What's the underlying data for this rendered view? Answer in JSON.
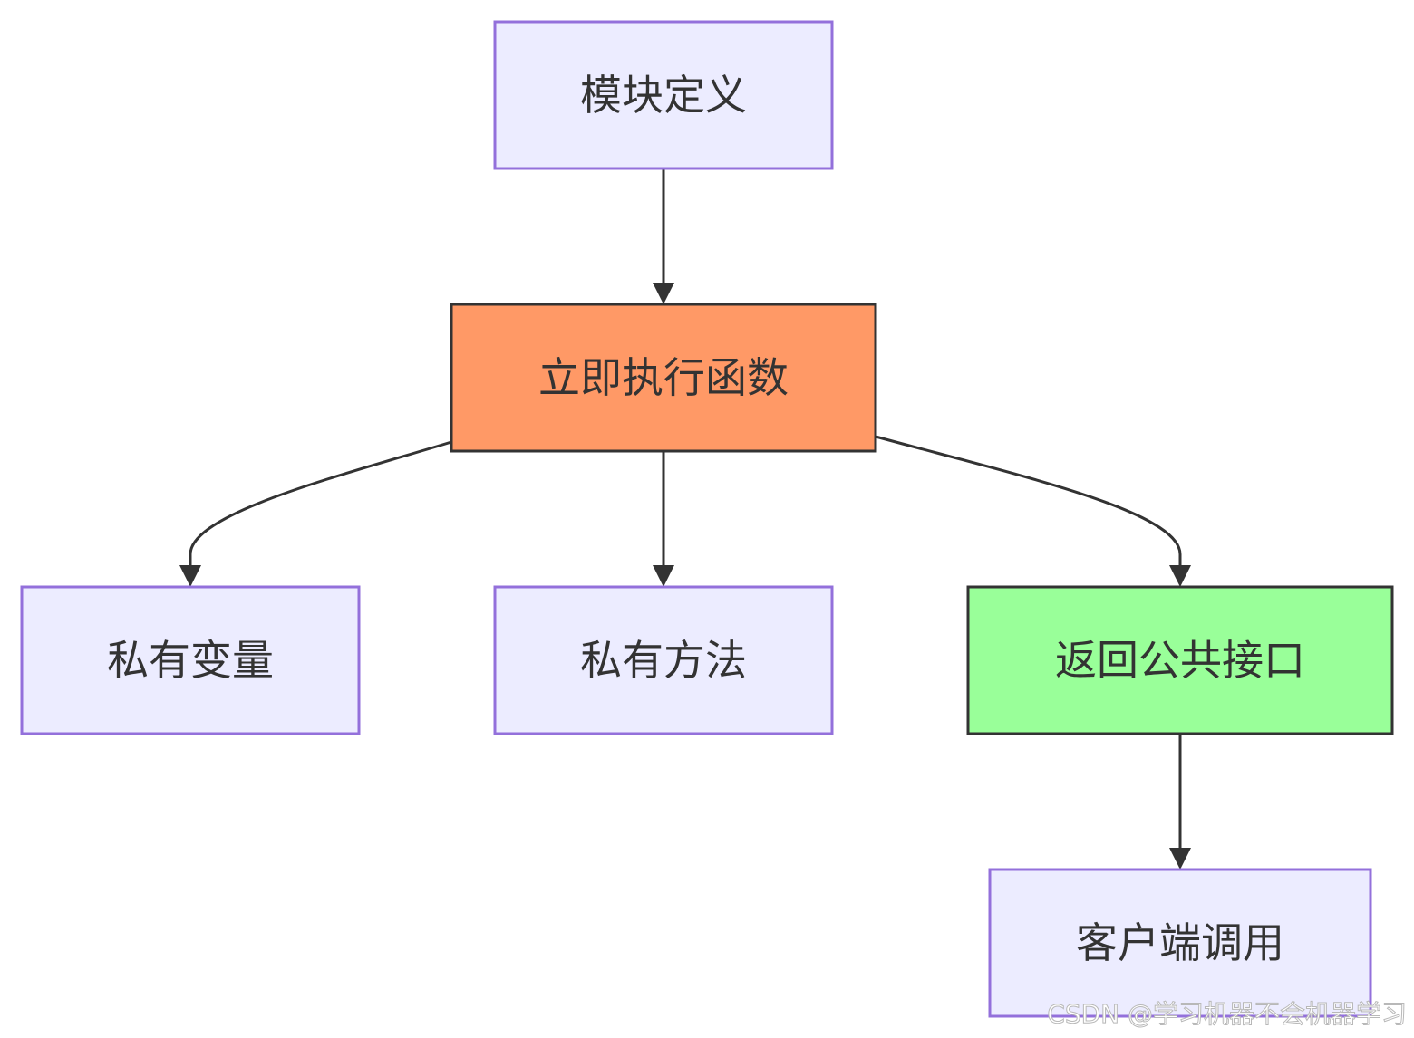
{
  "nodes": {
    "module_def": {
      "label": "模块定义",
      "fill": "#ECECFF",
      "stroke": "#9370DB"
    },
    "iife": {
      "label": "立即执行函数",
      "fill": "#FF9966",
      "stroke": "#333333"
    },
    "private_vars": {
      "label": "私有变量",
      "fill": "#ECECFF",
      "stroke": "#9370DB"
    },
    "private_methods": {
      "label": "私有方法",
      "fill": "#ECECFF",
      "stroke": "#9370DB"
    },
    "public_api": {
      "label": "返回公共接口",
      "fill": "#99FF99",
      "stroke": "#333333"
    },
    "client_call": {
      "label": "客户端调用",
      "fill": "#ECECFF",
      "stroke": "#9370DB"
    }
  },
  "edges": [
    {
      "from": "模块定义",
      "to": "立即执行函数"
    },
    {
      "from": "立即执行函数",
      "to": "私有变量"
    },
    {
      "from": "立即执行函数",
      "to": "私有方法"
    },
    {
      "from": "立即执行函数",
      "to": "返回公共接口"
    },
    {
      "from": "返回公共接口",
      "to": "客户端调用"
    }
  ],
  "edge_color": "#333333",
  "watermark": "CSDN @学习机器不会机器学习"
}
